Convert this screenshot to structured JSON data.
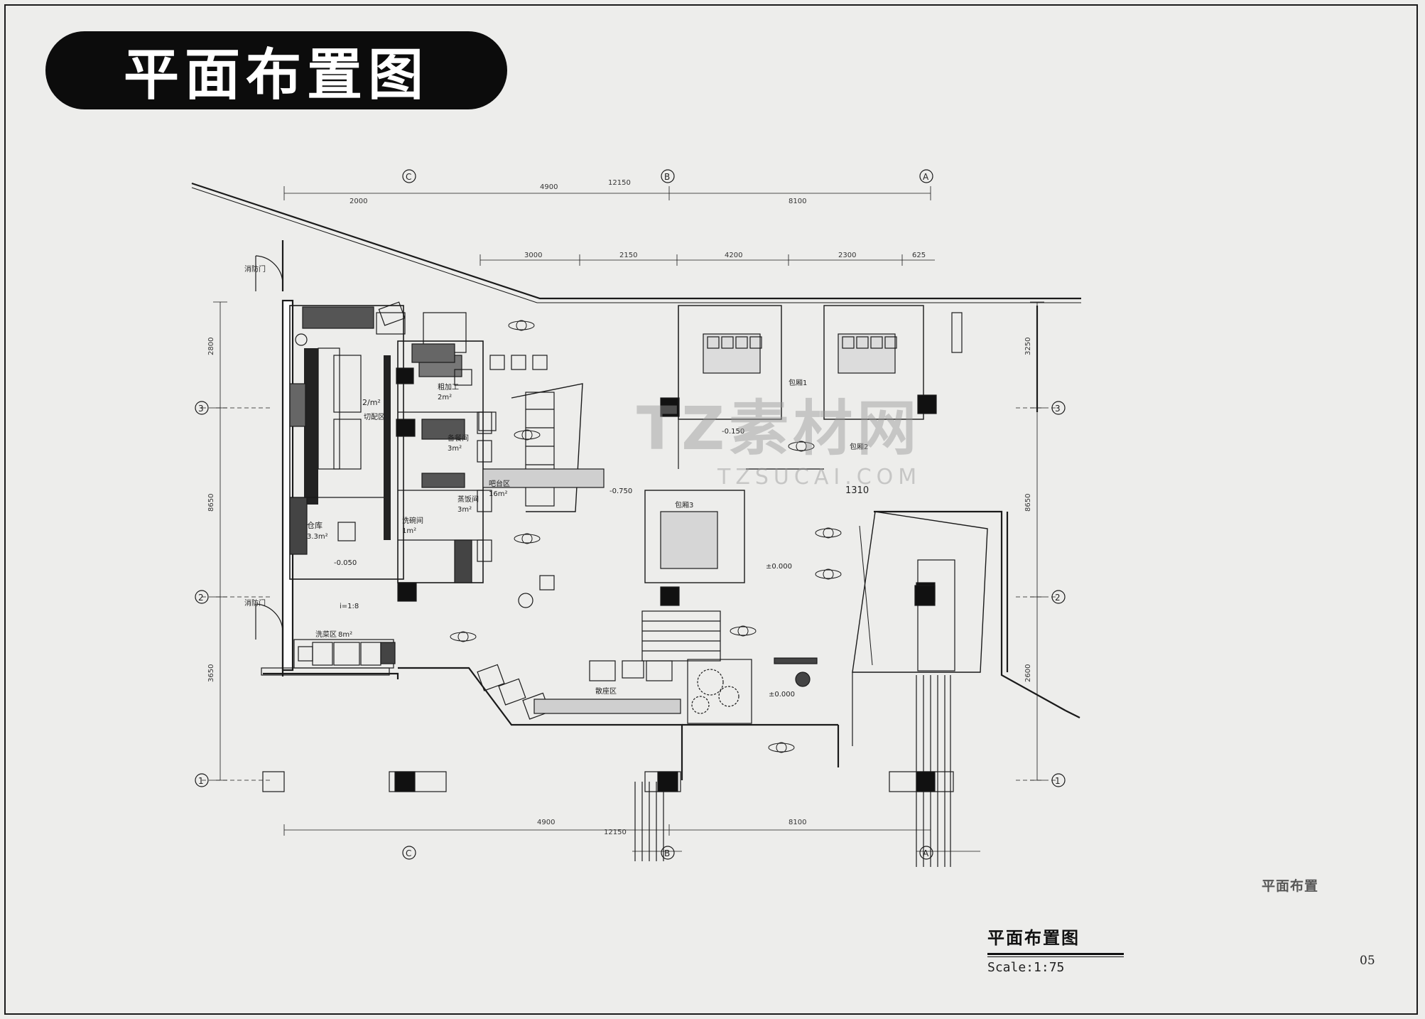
{
  "banner": {
    "title": "平面布置图"
  },
  "watermark": {
    "main": "TZ素材网",
    "sub": "TZSUCAI.COM"
  },
  "title_block": {
    "title": "平面布置图",
    "scale": "Scale:1:75",
    "page": "05",
    "corner_stamp": "平面布置"
  },
  "axes": {
    "letters": [
      "C",
      "B",
      "A"
    ],
    "numbers": [
      "3",
      "2",
      "1"
    ]
  },
  "rooms": {
    "entrance_top": "消防门",
    "entrance_mid": "消防门",
    "kitchen": "2/m²",
    "kitchen_sub": "切配区",
    "storage": "仓库",
    "storage_area": "3.3m²",
    "room1": "粗加工",
    "room1_area": "2m²",
    "room2": "备餐间",
    "room2_area": "3m²",
    "room3": "蒸饭间",
    "room3_area": "3m²",
    "room4": "洗碗间",
    "room4_area": "1m²",
    "bar": "吧台区",
    "bar_area": "16m²",
    "wash": "洗菜区",
    "wash_area": "8m²",
    "booth1": "包厢1",
    "booth2": "包厢2",
    "booth3": "包厢3",
    "hall": "散座区",
    "ramp": "i=1:8",
    "sign": "1310"
  },
  "levels": {
    "level_kitchen": "-0.050",
    "level_bar": "-0.750",
    "level_mid": "-0.150",
    "level_hall": "±0.000",
    "level_entry": "±0.000"
  },
  "dimensions": {
    "top_total": "12150",
    "top_seg1": "4900",
    "top_seg2": "8100",
    "top_seg3": "2000",
    "row2_seg1": "3000",
    "row2_seg2": "2150",
    "row2_seg3": "4200",
    "row2_seg4": "2300",
    "row2_seg5": "625",
    "bottom_total": "12150",
    "bottom_seg1": "4900",
    "bottom_seg2": "8100",
    "left_total": "8650",
    "left_seg1": "2800",
    "left_seg2": "3650",
    "right_total": "8650",
    "right_seg1": "3250",
    "right_seg2": "2600"
  },
  "colors": {
    "ink": "#1a1a1a",
    "paper": "#ededeb",
    "banner_bg": "#0c0c0c",
    "banner_text": "#ffffff",
    "watermark": "#999999"
  }
}
